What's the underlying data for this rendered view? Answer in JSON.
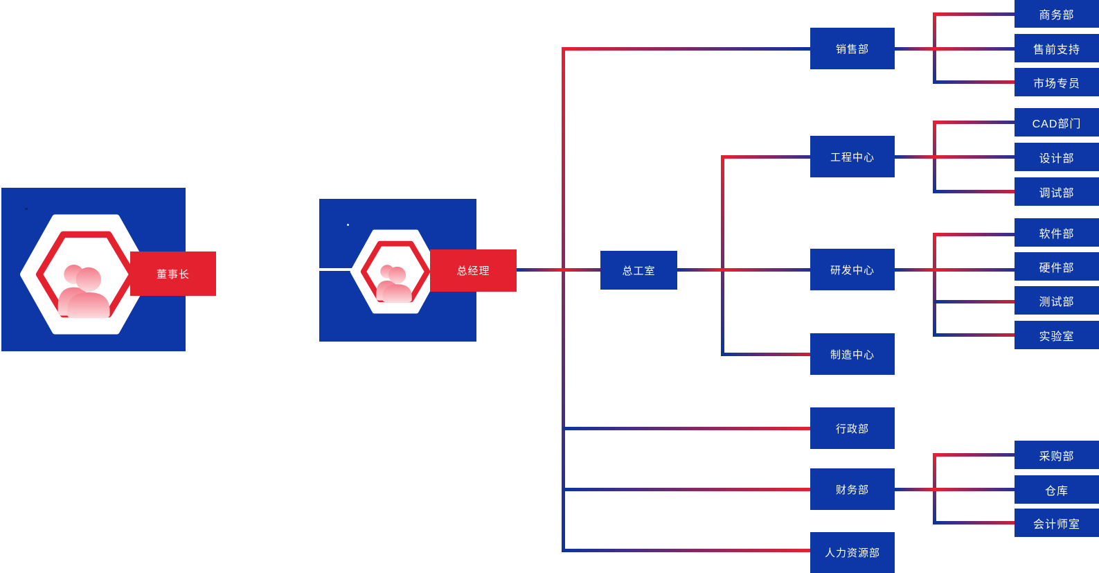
{
  "diagram": {
    "type": "organization-chart",
    "colors": {
      "node_blue": "#0d37a6",
      "tag_red": "#e4212f",
      "line_red": "#e8202e",
      "line_blue": "#0a33a0",
      "person_pink_top": "#f47c8b",
      "person_pink_bottom": "#fcdadd"
    },
    "nodes": {
      "chairman": {
        "label": "董事长"
      },
      "general_manager": {
        "label": "总经理"
      },
      "chief_engineer_office": {
        "label": "总工室"
      },
      "sales_dept": {
        "label": "销售部"
      },
      "engineering_center": {
        "label": "工程中心"
      },
      "rd_center": {
        "label": "研发中心"
      },
      "manufacturing_center": {
        "label": "制造中心"
      },
      "admin_dept": {
        "label": "行政部"
      },
      "finance_dept": {
        "label": "财务部"
      },
      "hr_dept": {
        "label": "人力资源部"
      },
      "business_dept": {
        "label": "商务部"
      },
      "presales_support": {
        "label": "售前支持"
      },
      "marketing_specialist": {
        "label": "市场专员"
      },
      "cad_dept": {
        "label": "CAD部门"
      },
      "design_dept": {
        "label": "设计部"
      },
      "debugging_dept": {
        "label": "调试部"
      },
      "software_dept": {
        "label": "软件部"
      },
      "hardware_dept": {
        "label": "硬件部"
      },
      "testing_dept": {
        "label": "测试部"
      },
      "laboratory": {
        "label": "实验室"
      },
      "purchasing_dept": {
        "label": "采购部"
      },
      "warehouse": {
        "label": "仓库"
      },
      "accountant_office": {
        "label": "会计师室"
      }
    },
    "hierarchy": {
      "label": "董事长",
      "children": [
        {
          "label": "总经理",
          "children": [
            {
              "label": "销售部",
              "children": [
                {
                  "label": "商务部"
                },
                {
                  "label": "售前支持"
                },
                {
                  "label": "市场专员"
                }
              ]
            },
            {
              "label": "总工室",
              "children": [
                {
                  "label": "工程中心",
                  "children": [
                    {
                      "label": "CAD部门"
                    },
                    {
                      "label": "设计部"
                    },
                    {
                      "label": "调试部"
                    }
                  ]
                },
                {
                  "label": "研发中心",
                  "children": [
                    {
                      "label": "软件部"
                    },
                    {
                      "label": "硬件部"
                    },
                    {
                      "label": "测试部"
                    },
                    {
                      "label": "实验室"
                    }
                  ]
                },
                {
                  "label": "制造中心"
                }
              ]
            },
            {
              "label": "行政部"
            },
            {
              "label": "财务部",
              "children": [
                {
                  "label": "采购部"
                },
                {
                  "label": "仓库"
                },
                {
                  "label": "会计师室"
                }
              ]
            },
            {
              "label": "人力资源部"
            }
          ]
        }
      ]
    }
  }
}
